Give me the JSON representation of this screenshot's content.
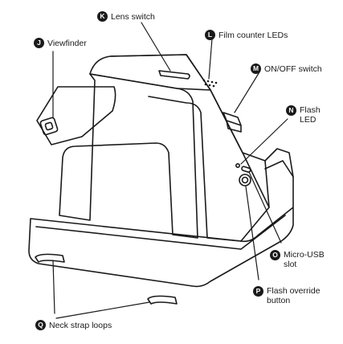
{
  "callouts": [
    {
      "key": "lens_switch",
      "letter": "K",
      "text": "Lens switch"
    },
    {
      "key": "film_counter_leds",
      "letter": "L",
      "text": "Film counter LEDs"
    },
    {
      "key": "viewfinder",
      "letter": "J",
      "text": "Viewfinder"
    },
    {
      "key": "on_off_switch",
      "letter": "M",
      "text": "ON/OFF switch"
    },
    {
      "key": "flash_led",
      "letter": "N",
      "text": "Flash\nLED"
    },
    {
      "key": "micro_usb_slot",
      "letter": "O",
      "text": "Micro-USB\nslot"
    },
    {
      "key": "flash_override_button",
      "letter": "P",
      "text": "Flash override\nbutton"
    },
    {
      "key": "neck_strap_loops",
      "letter": "Q",
      "text": "Neck strap loops"
    }
  ],
  "colors": {
    "ink": "#1a1a1a",
    "background": "#ffffff"
  }
}
